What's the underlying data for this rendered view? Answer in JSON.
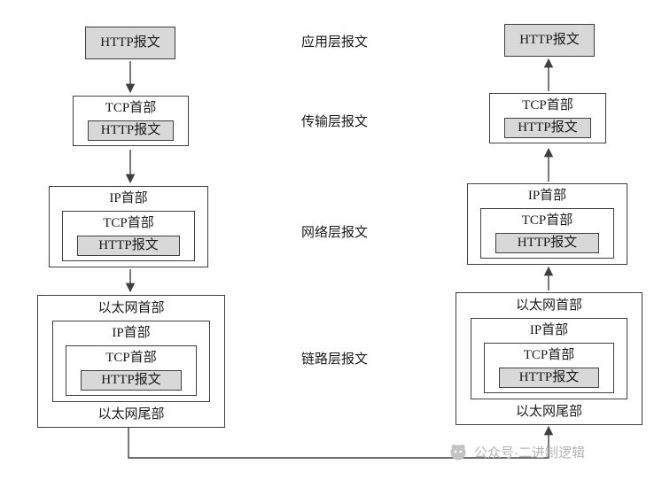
{
  "labels": {
    "http": "HTTP报文",
    "tcp_header": "TCP首部",
    "ip_header": "IP首部",
    "eth_header": "以太网首部",
    "eth_trailer": "以太网尾部"
  },
  "layers": {
    "application": "应用层报文",
    "transport": "传输层报文",
    "network": "网络层报文",
    "link": "链路层报文"
  },
  "watermark": {
    "text": "公众号·二进制逻辑"
  },
  "colors": {
    "payload_fill": "#d8d8d8",
    "line": "#3f3f3f",
    "watermark": "#b5b5b5"
  }
}
